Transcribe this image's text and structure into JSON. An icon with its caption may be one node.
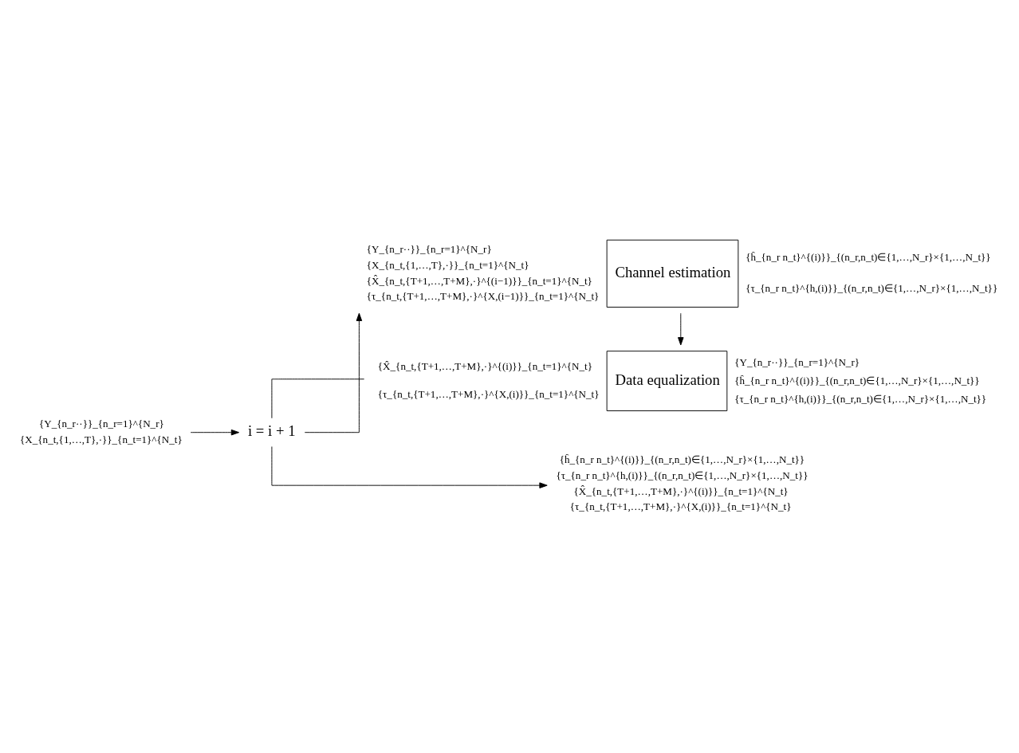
{
  "diagram": {
    "nodes": [
      {
        "text": [
          "{Y_{n_r··}}_{n_r=1}^{N_r}",
          "{X_{n_t,{1,…,T},·}}_{n_t=1}^{N_t}"
        ]
      },
      {
        "text": [
          "i = i + 1"
        ]
      },
      {
        "text": [
          "Channel estimation"
        ],
        "beside": [
          "{Y_{n_r··}}_{n_r=1}^{N_r}",
          "{X_{n_t,{1,…,T},·}}_{n_t=1}^{N_t}",
          "{X̂_{n_t,{T+1,…,T+M},·}^{(i−1)}}_{n_t=1}^{N_t}",
          "{τ_{n_t,{T+1,…,T+M},·}^{X,(i−1)}}_{n_t=1}^{N_t}",
          "{ĥ_{n_r n_t}^{(i)}}_{(n_r,n_t)∈{1,…,N_r}×{1,…,N_t}}",
          "{τ_{n_r n_t}^{h,(i)}}_{(n_r,n_t)∈{1,…,N_r}×{1,…,N_t}}"
        ]
      },
      {
        "text": [
          "Data equalization"
        ],
        "beside": [
          "{X̂_{n_t,{T+1,…,T+M},·}^{(i)}}_{n_t=1}^{N_t}",
          "{τ_{n_t,{T+1,…,T+M},·}^{X,(i)}}_{n_t=1}^{N_t}",
          "{Y_{n_r··}}_{n_r=1}^{N_r}",
          "{ĥ_{n_r n_t}^{(i)}}_{(n_r,n_t)∈{1,…,N_r}×{1,…,N_t}}",
          "{τ_{n_r n_t}^{h,(i)}}_{(n_r,n_t)∈{1,…,N_r}×{1,…,N_t}}"
        ]
      },
      {
        "text": [
          "{ĥ_{n_r n_t}^{(i)}}_{(n_r,n_t)∈{1,…,N_r}×{1,…,N_t}}",
          "{τ_{n_r n_t}^{h,(i)}}_{(n_r,n_t)∈{1,…,N_r}×{1,…,N_t}}",
          "{X̂_{n_t,{T+1,…,T+M},·}^{(i)}}_{n_t=1}^{N_t}",
          "{τ_{n_t,{T+1,…,T+M},·}^{X,(i)}}_{n_t=1}^{N_t}"
        ]
      }
    ],
    "edges": [
      {
        "from": 0,
        "to": 1,
        "arrow": "to"
      },
      {
        "from": 1,
        "to": 2,
        "arrow": "to"
      },
      {
        "from": 2,
        "to": 3,
        "arrow": "to"
      },
      {
        "from": 3,
        "to": 1,
        "arrow": "none"
      },
      {
        "from": 1,
        "to": 4,
        "arrow": "to"
      }
    ]
  }
}
